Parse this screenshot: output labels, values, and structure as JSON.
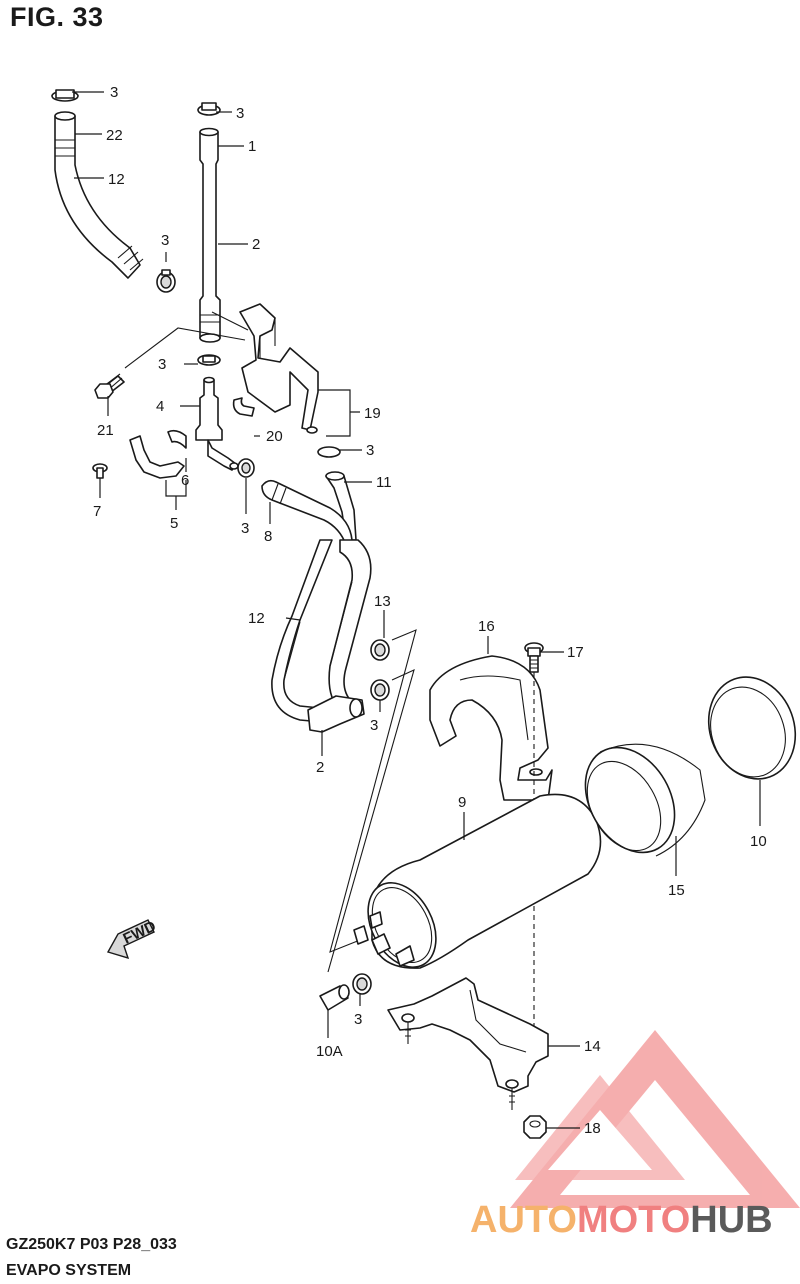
{
  "figure": {
    "title": "FIG. 33",
    "model_code": "GZ250K7 P03 P28_033",
    "system_name": "EVAPO SYSTEM"
  },
  "direction_marker": {
    "text": "FWD",
    "icon": "forward-arrow-icon"
  },
  "callouts": [
    "3",
    "22",
    "12",
    "3",
    "1",
    "2",
    "3",
    "3",
    "4",
    "21",
    "19",
    "20",
    "6",
    "5",
    "7",
    "3",
    "3",
    "11",
    "8",
    "12",
    "13",
    "3",
    "2",
    "16",
    "17",
    "9",
    "10",
    "15",
    "10A",
    "3",
    "14",
    "18"
  ],
  "watermark": {
    "word_part1": "AUTO",
    "word_part2": "MOTO",
    "word_part3": "HUB",
    "color_primary": "#f08080",
    "color_secondary": "#f5b26b",
    "color_dark": "#5a5a5a"
  }
}
